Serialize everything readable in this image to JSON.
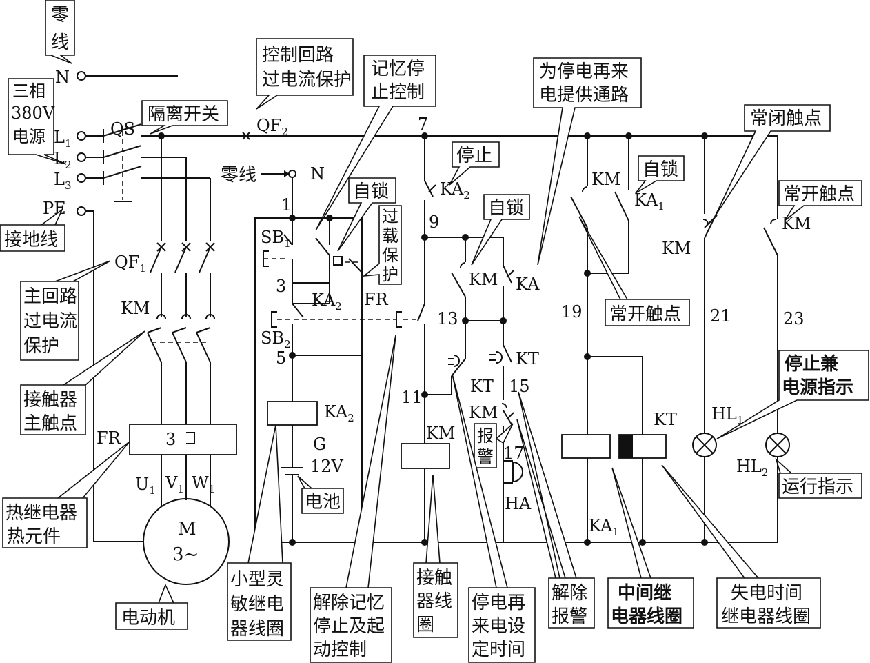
{
  "terminals": {
    "n": "N",
    "l1": "L",
    "l1_sub": "1",
    "l2": "L",
    "l2_sub": "2",
    "l3": "L",
    "l3_sub": "3",
    "pe": "PE",
    "n2": "N",
    "qs": "QS",
    "qf1": "QF",
    "qf1_sub": "1",
    "qf2": "QF",
    "qf2_sub": "2",
    "km_main": "KM",
    "fr_main": "FR",
    "fr_num": "3",
    "u1": "U",
    "u1_sub": "1",
    "v1": "V",
    "v1_sub": "1",
    "w1": "W",
    "w1_sub": "1",
    "motor": "M",
    "motor_phase": "3~",
    "sb1": "SB",
    "sb1_sub": "1",
    "sb2": "SB",
    "sb2_sub": "2",
    "ka2_a": "KA",
    "ka2_a_sub": "2",
    "ka2_b": "KA",
    "ka2_b_sub": "2",
    "ka2_c": "KA",
    "ka2_c_sub": "2",
    "fr_ctrl": "FR",
    "g": "G",
    "g_v": "12V",
    "km_a": "KM",
    "ka": "KA",
    "kt_a": "KT",
    "kt_b": "KT",
    "km_b": "KM",
    "km_coil": "KM",
    "ha": "HA",
    "km_c": "KM",
    "ka1_a": "KA",
    "ka1_a_sub": "1",
    "ka1_b": "KA",
    "ka1_b_sub": "1",
    "kt_coil": "KT",
    "km_d": "KM",
    "km_e": "KM",
    "hl1": "HL",
    "hl1_sub": "1",
    "hl2": "HL",
    "hl2_sub": "2"
  },
  "nodes": [
    "1",
    "3",
    "5",
    "7",
    "9",
    "11",
    "13",
    "15",
    "17",
    "19",
    "21",
    "23"
  ],
  "labels": {
    "neutral_top": [
      "零",
      "线"
    ],
    "source": [
      "三相",
      "380V",
      "电源"
    ],
    "isolating_switch": "隔离开关",
    "control_protect": [
      "控制回路",
      "过电流保护"
    ],
    "memory_stop": [
      "记忆停",
      "止控制"
    ],
    "power_path": [
      "为停电再来",
      "电提供通路"
    ],
    "nc_contact": "常闭触点",
    "neutral_mid": "零线",
    "stop": "停止",
    "self_lock_1": "自锁",
    "self_lock_2": "自锁",
    "self_lock_3": "自锁",
    "overload": [
      "过",
      "载",
      "保",
      "护"
    ],
    "no_contact_1": "常开触点",
    "no_contact_2": "常开触点",
    "ground": "接地线",
    "main_protect": [
      "主回路",
      "过电流",
      "保护"
    ],
    "contactor_main": [
      "接触器",
      "主触点"
    ],
    "stop_power_ind": [
      "停止兼",
      "电源指示"
    ],
    "alarm": [
      "报",
      "警"
    ],
    "battery": "电池",
    "run_ind": "运行指示",
    "thermal": [
      "热继电器",
      "热元件"
    ],
    "motor": "电动机",
    "relay_coil": [
      "小型灵",
      "敏继电",
      "器线圈"
    ],
    "release_memory": [
      "解除记忆",
      "停止及起",
      "动控制"
    ],
    "contactor_coil": [
      "接触",
      "器线",
      "圈"
    ],
    "power_restore": [
      "停电再",
      "来电设",
      "定时间"
    ],
    "release_alarm": [
      "解除",
      "报警"
    ],
    "mid_relay_coil": [
      "中间继",
      "电器线圈"
    ],
    "timer_coil": [
      "失电时间",
      "继电器线圈"
    ]
  }
}
